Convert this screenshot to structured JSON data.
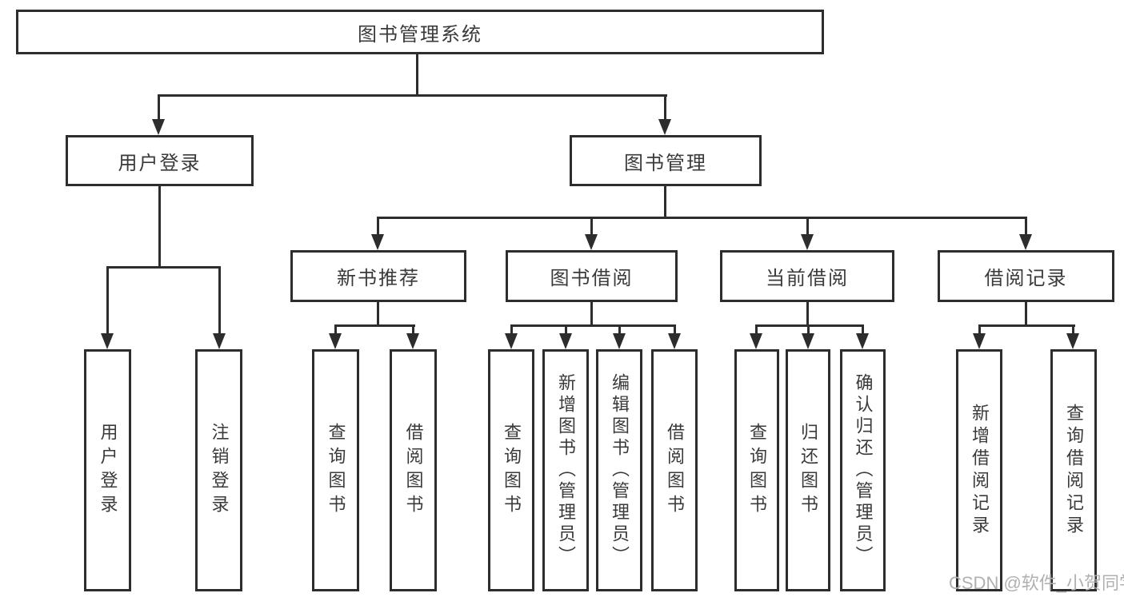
{
  "diagram": {
    "root": "图书管理系统",
    "branches": {
      "user_login": "用户登录",
      "book_mgmt": "图书管理"
    },
    "modules": {
      "recommend": "新书推荐",
      "borrow": "图书借阅",
      "current": "当前借阅",
      "records": "借阅记录"
    },
    "leaves": {
      "login": [
        "用户登录",
        "注销登录"
      ],
      "recommend": [
        "查询图书",
        "借阅图书"
      ],
      "borrow": [
        "查询图书",
        "新增图书（管理员）",
        "编辑图书（管理员）",
        "借阅图书"
      ],
      "current": [
        "查询图书",
        "归还图书",
        "确认归还（管理员）"
      ],
      "records": [
        "新增借阅记录",
        "查询借阅记录"
      ]
    }
  },
  "watermark": "CSDN @软件_小贺同学",
  "colors": {
    "line": "#2d2d2d",
    "text": "#3a3a3a",
    "watermark": "#b0b0b0",
    "background": "#ffffff"
  }
}
